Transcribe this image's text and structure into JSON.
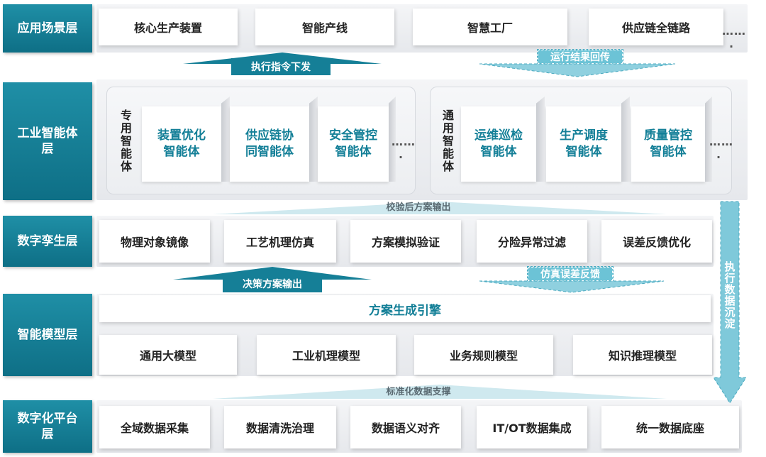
{
  "layers": {
    "application": "应用场景层",
    "agent": "工业智能体层",
    "twin": "数字孪生层",
    "model": "智能模型层",
    "platform": "数字化平台层"
  },
  "application_items": [
    "核心生产装置",
    "智能产线",
    "智慧工厂",
    "供应链全链路"
  ],
  "ellipsis": "……",
  "ellipsis_dot": ".",
  "arrows": {
    "exec_command": "执行指令下发",
    "run_result": "运行结果回传",
    "verified_output": "校验后方案输出",
    "decision_output": "决策方案输出",
    "sim_feedback": "仿真误差反馈",
    "standard_support": "标准化数据支撑",
    "exec_data": "执行数据沉淀"
  },
  "agent_groups": {
    "special": {
      "label": "专用智能体",
      "items": [
        "装置优化\n智能体",
        "供应链协\n同智能体",
        "安全管控\n智能体"
      ]
    },
    "general": {
      "label": "通用智能体",
      "items": [
        "运维巡检\n智能体",
        "生产调度\n智能体",
        "质量管控\n智能体"
      ]
    }
  },
  "twin_items": [
    "物理对象镜像",
    "工艺机理仿真",
    "方案模拟验证",
    "分险异常过滤",
    "误差反馈优化"
  ],
  "model_engine": "方案生成引擎",
  "model_items": [
    "通用大模型",
    "工业机理模型",
    "业务规则模型",
    "知识推理模型"
  ],
  "platform_items": [
    "全域数据采集",
    "数据清洗治理",
    "数据语义对齐",
    "IT/OT数据集成",
    "统一数据底座"
  ],
  "colors": {
    "teal": "#137f97",
    "teal_light": "#6cc3d6",
    "band": "#eceef1"
  }
}
